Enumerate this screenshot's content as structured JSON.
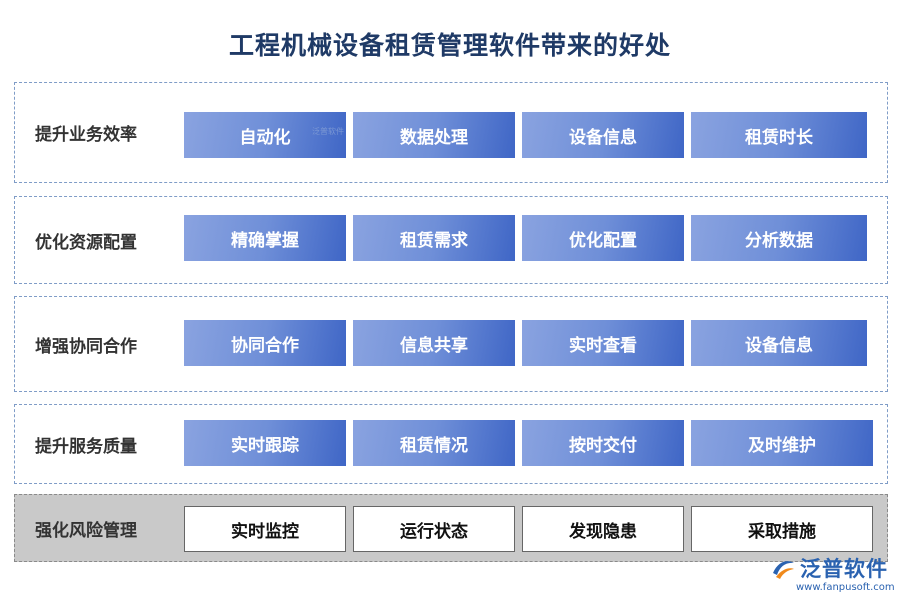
{
  "title": "工程机械设备租赁管理软件带来的好处",
  "rows": [
    {
      "label": "提升业务效率",
      "items": [
        "自动化",
        "数据处理",
        "设备信息",
        "租赁时长"
      ]
    },
    {
      "label": "优化资源配置",
      "items": [
        "精确掌握",
        "租赁需求",
        "优化配置",
        "分析数据"
      ]
    },
    {
      "label": "增强协同合作",
      "items": [
        "协同合作",
        "信息共享",
        "实时查看",
        "设备信息"
      ]
    },
    {
      "label": "提升服务质量",
      "items": [
        "实时跟踪",
        "租赁情况",
        "按时交付",
        "及时维护"
      ]
    },
    {
      "label": "强化风险管理",
      "items": [
        "实时监控",
        "运行状态",
        "发现隐患",
        "采取措施"
      ]
    }
  ],
  "watermark": "泛普软件",
  "brand": {
    "name": "泛普软件",
    "url": "www.fanpusoft.com"
  },
  "colors": {
    "title": "#1f3a66",
    "chip_start": "#8aa3e0",
    "chip_end": "#3f66c6",
    "brand": "#2a62b0"
  }
}
